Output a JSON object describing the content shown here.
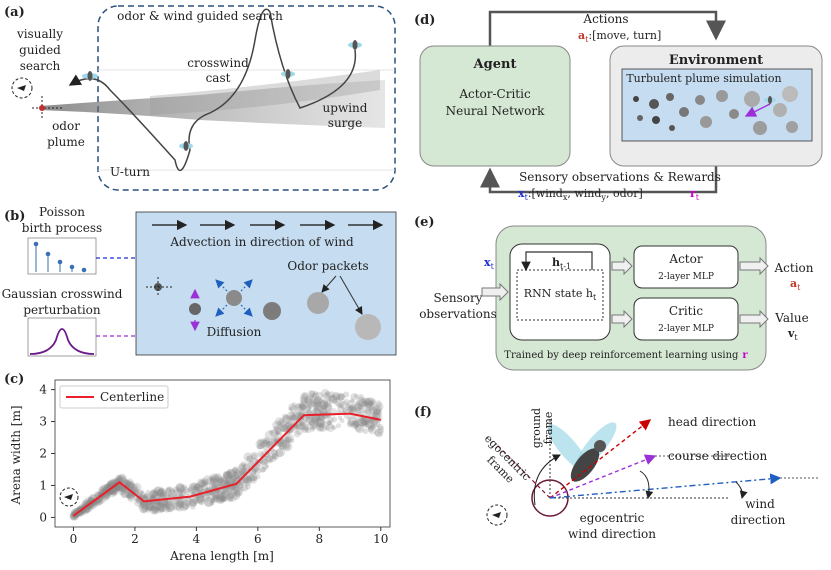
{
  "panel_a": {
    "label": "(a)",
    "visual_search": [
      "visually",
      "guided",
      "search"
    ],
    "odor_wind_search": "odor & wind guided search",
    "odor_plume": [
      "odor",
      "plume"
    ],
    "crosswind_cast": [
      "crosswind",
      "cast"
    ],
    "upwind_surge": [
      "upwind",
      "surge"
    ],
    "u_turn": "U-turn"
  },
  "panel_b": {
    "label": "(b)",
    "poisson": [
      "Poisson",
      "birth process"
    ],
    "gaussian": [
      "Gaussian crosswind",
      "perturbation"
    ],
    "advection": "Advection in direction of wind",
    "diffusion": "Diffusion",
    "odor_packets": "Odor packets"
  },
  "panel_c": {
    "label": "(c)",
    "legend": "Centerline",
    "xlabel": "Arena length [m]",
    "ylabel": "Arena width [m]",
    "xticks": [
      "0",
      "2",
      "4",
      "6",
      "8",
      "10"
    ],
    "yticks": [
      "0",
      "1",
      "2",
      "3",
      "4"
    ]
  },
  "panel_d": {
    "label": "(d)",
    "actions": "Actions",
    "actions_sub": "a",
    "actions_t": "t",
    "actions_rest": ":[move, turn]",
    "agent_title": "Agent",
    "agent_body": [
      "Actor-Critic",
      "Neural Network"
    ],
    "env_title": "Environment",
    "env_sim": "Turbulent plume simulation",
    "sensory": "Sensory observations & Rewards",
    "x_t": "x",
    "x_sub": "t",
    "obs_wx": ":[wind",
    "obs_x": "x",
    "obs_wy": ", wind",
    "obs_y": "y",
    "obs_odor": ", odor]",
    "r_t": "r",
    "r_sub": "t"
  },
  "panel_e": {
    "label": "(e)",
    "x_t": "x",
    "x_sub": "t",
    "sensory": [
      "Sensory",
      "observations"
    ],
    "h_prev": "h",
    "h_prev_sub": "t-1",
    "rnn_state": "RNN state h",
    "rnn_sub": "t",
    "actor": "Actor",
    "actor_mlp": "2-layer MLP",
    "critic": "Critic",
    "critic_mlp": "2-layer MLP",
    "action": "Action",
    "action_a": "a",
    "action_sub": "t",
    "value": "Value",
    "value_v": "v",
    "value_sub": "t",
    "trained": "Trained by deep reinforcement learning using",
    "trained_r": "r"
  },
  "panel_f": {
    "label": "(f)",
    "ground_frame": [
      "ground",
      "frame"
    ],
    "egocentric_frame": [
      "egocentric",
      "frame"
    ],
    "head_direction": "head direction",
    "course_direction": "course direction",
    "wind_direction": [
      "wind",
      "direction"
    ],
    "egocentric_wind": [
      "egocentric",
      "wind direction"
    ]
  },
  "colors": {
    "agent_fill": "#d5e8d4",
    "env_fill": "#c6dcf0",
    "wind_blue": "#1f5fbf",
    "diffusion_purple": "#9b30d9",
    "centerline_red": "#e8202a",
    "agent_title": "#2e6b2e",
    "env_title": "#1a3d6e",
    "head_red": "#cc0000",
    "egocentric_maroon": "#8b1a3a"
  },
  "chart_data": {
    "type": "scatter",
    "title": "",
    "xlabel": "Arena length [m]",
    "ylabel": "Arena width [m]",
    "xlim": [
      -0.6,
      10.3
    ],
    "ylim": [
      -0.3,
      4.3
    ],
    "legend": "top-left",
    "series": [
      {
        "name": "Centerline",
        "kind": "line",
        "x": [
          0,
          1.5,
          2.3,
          3.8,
          5.3,
          7.5,
          9.0,
          10.0
        ],
        "y": [
          0.05,
          1.1,
          0.5,
          0.65,
          1.05,
          3.2,
          3.25,
          3.05
        ]
      }
    ],
    "scatter_band": {
      "x": [
        0,
        1.5,
        2.3,
        3.8,
        5.3,
        7.5,
        9.0,
        10.0
      ],
      "y_low": [
        0.0,
        0.9,
        0.2,
        0.3,
        0.6,
        2.7,
        2.8,
        2.6
      ],
      "y_high": [
        0.1,
        1.3,
        0.8,
        1.0,
        1.5,
        3.9,
        3.9,
        3.6
      ]
    }
  }
}
